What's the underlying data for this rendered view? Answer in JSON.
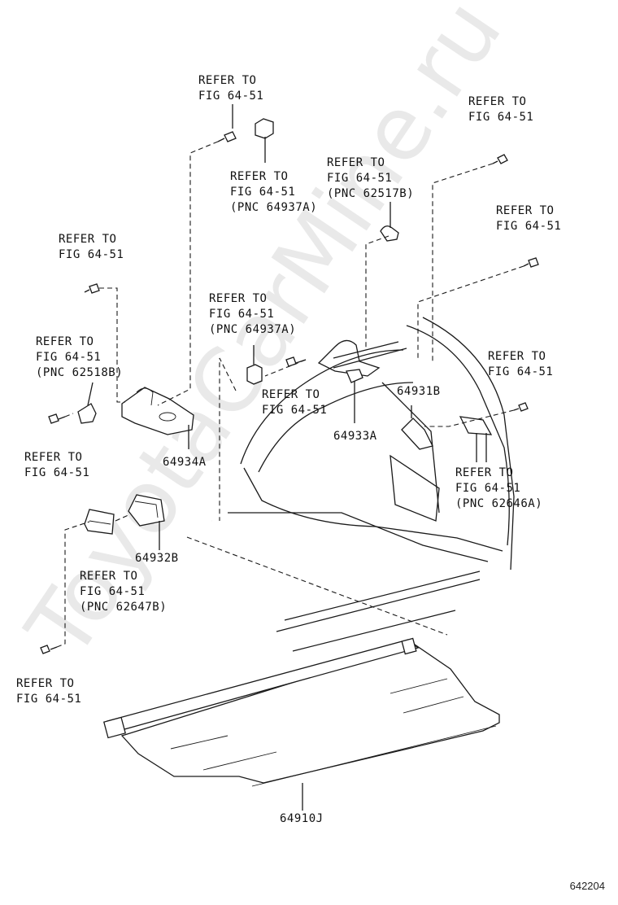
{
  "watermark": "ToyotaCarMine.ru",
  "figure_number": "642204",
  "callouts": {
    "ref_top_left": [
      "REFER TO",
      "FIG 64-51"
    ],
    "ref_64937a_top": [
      "REFER TO",
      "FIG 64-51",
      "(PNC 64937A)"
    ],
    "ref_62517b": [
      "REFER TO",
      "FIG 64-51",
      "(PNC 62517B)"
    ],
    "ref_top_right": [
      "REFER TO",
      "FIG 64-51"
    ],
    "ref_right_mid": [
      "REFER TO",
      "FIG 64-51"
    ],
    "ref_left_screw": [
      "REFER TO",
      "FIG 64-51"
    ],
    "ref_64937a_mid": [
      "REFER TO",
      "FIG 64-51",
      "(PNC 64937A)"
    ],
    "ref_62518b": [
      "REFER TO",
      "FIG 64-51",
      "(PNC 62518B)"
    ],
    "ref_center_screw": [
      "REFER TO",
      "FIG 64-51"
    ],
    "ref_right_screw": [
      "REFER TO",
      "FIG 64-51"
    ],
    "ref_left_lower_screw": [
      "REFER TO",
      "FIG 64-51"
    ],
    "ref_62646a": [
      "REFER TO",
      "FIG 64-51",
      "(PNC 62646A)"
    ],
    "ref_62647b": [
      "REFER TO",
      "FIG 64-51",
      "(PNC 62647B)"
    ],
    "ref_bottom_left": [
      "REFER TO",
      "FIG 64-51"
    ]
  },
  "part_numbers": {
    "p64931b": "64931B",
    "p64933a": "64933A",
    "p64934a": "64934A",
    "p64932b": "64932B",
    "p64910j": "64910J"
  }
}
